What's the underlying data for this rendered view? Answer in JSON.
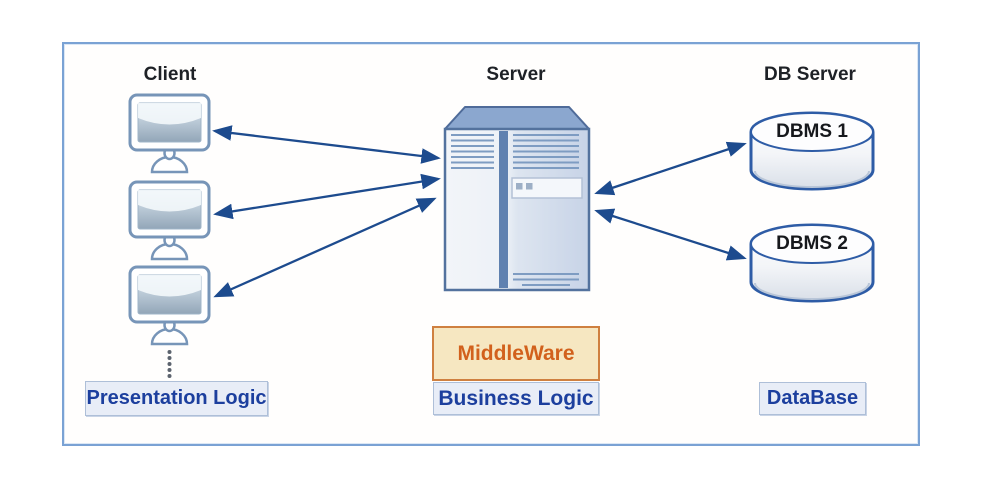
{
  "columns": {
    "client": {
      "title": "Client"
    },
    "server": {
      "title": "Server"
    },
    "db_server": {
      "title": "DB Server"
    }
  },
  "databases": [
    {
      "label": "DBMS 1"
    },
    {
      "label": "DBMS 2"
    }
  ],
  "layers": {
    "presentation": {
      "label": "Presentation Logic"
    },
    "middleware": {
      "label": "MiddleWare"
    },
    "business": {
      "label": "Business Logic"
    },
    "database": {
      "label": "DataBase"
    }
  },
  "icons": {
    "client": "client-monitor-icon",
    "server": "server-tower-icon",
    "database": "database-cylinder-icon",
    "more_clients": "vertical-ellipsis-icon"
  },
  "connections": {
    "client_server_arrows": 3,
    "server_db_arrows": 2,
    "style": "double-headed"
  },
  "colors": {
    "frame_border": "#7aa2d4",
    "arrow": "#1d4b8e",
    "label_text_blue": "#1c3f9e",
    "label_fill_blue": "#e8edf7",
    "middleware_text": "#d2611c",
    "middleware_fill": "#f6e7c1",
    "middleware_border": "#cf8040",
    "server_top_face": "#8ba7cf",
    "cylinder_outline": "#2e5ca6",
    "monitor_outline": "#7795b8"
  }
}
